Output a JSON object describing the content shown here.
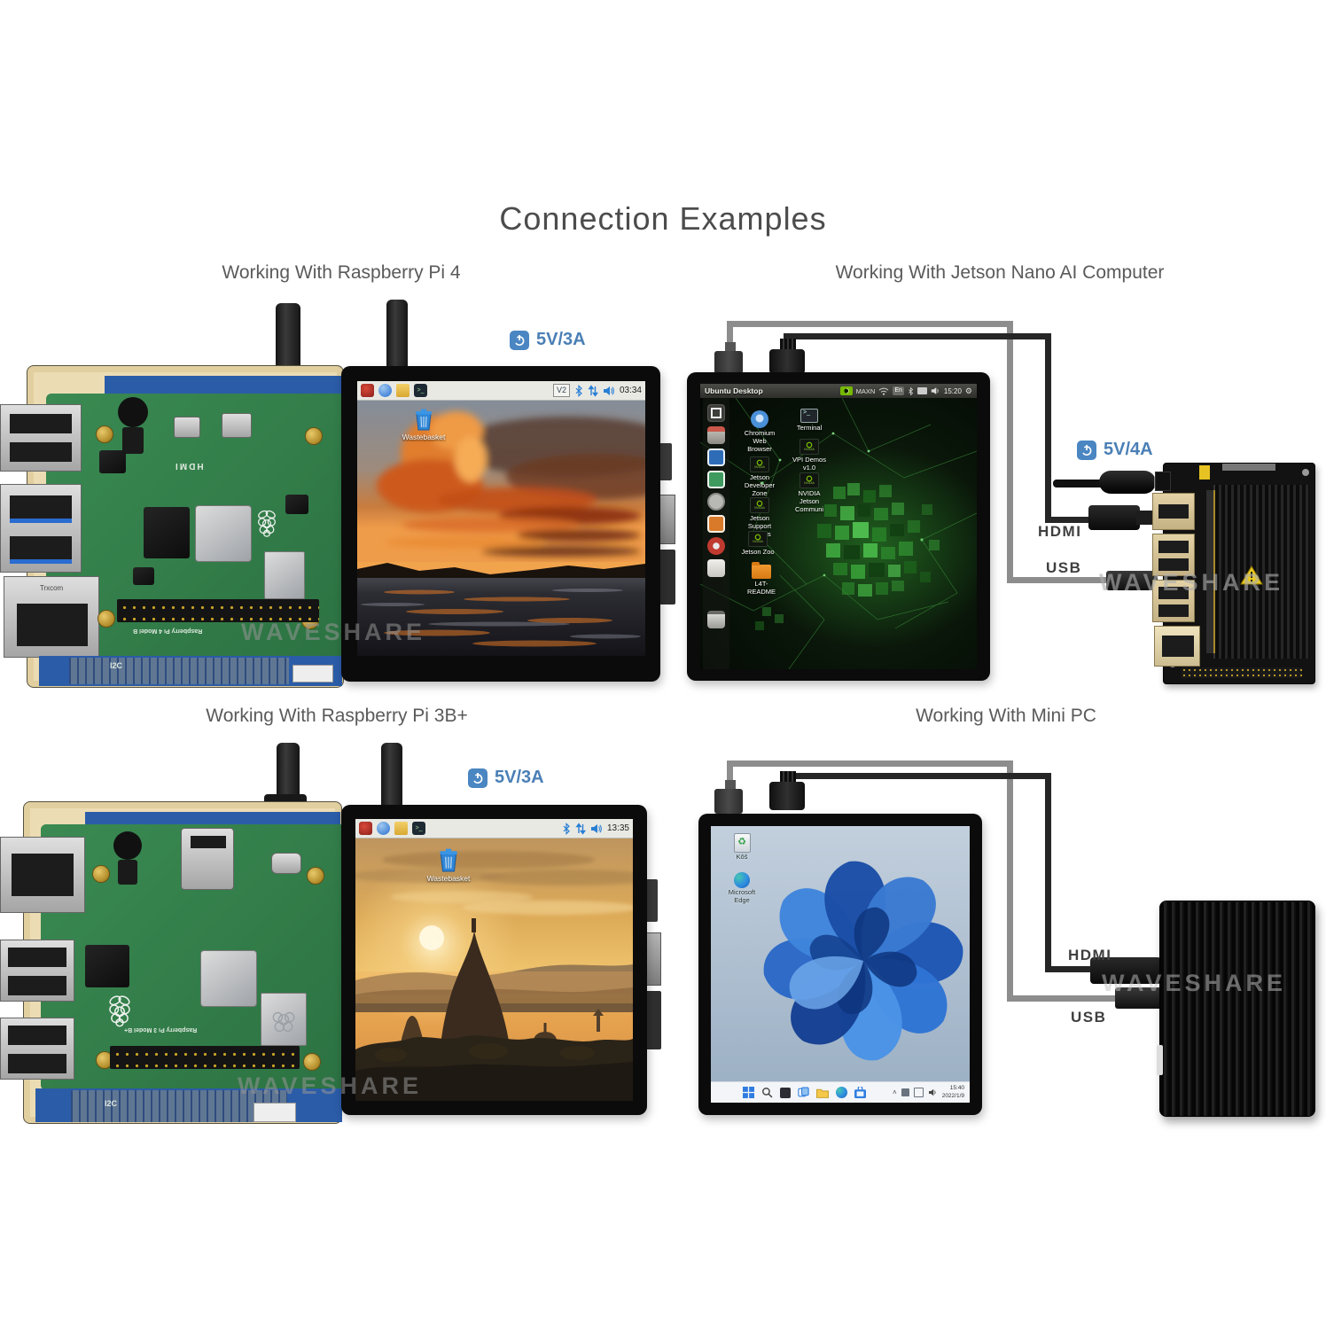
{
  "title": "Connection Examples",
  "watermark": "WAVESHARE",
  "sections": {
    "pi4": {
      "caption": "Working With Raspberry Pi 4",
      "power_label": "5V/3A"
    },
    "jetson": {
      "caption": "Working With Jetson Nano AI Computer",
      "power_label": "5V/4A",
      "hdmi_label": "HDMI",
      "usb_label": "USB"
    },
    "pi3b": {
      "caption": "Working With Raspberry Pi 3B+",
      "power_label": "5V/3A"
    },
    "minipc": {
      "caption": "Working With Mini PC",
      "hdmi_label": "HDMI",
      "usb_label": "USB"
    }
  },
  "pi4_screen": {
    "version_badge": "V2",
    "time": "03:34",
    "wastebasket_label": "Wastebasket"
  },
  "pi3b_screen": {
    "time": "13:35",
    "wastebasket_label": "Wastebasket"
  },
  "jetson_screen": {
    "titlebar": "Ubuntu Desktop",
    "mode": "MAXN",
    "lang": "En",
    "time": "15:20",
    "nvidia_word": "NVIDIA",
    "icons": [
      {
        "label": "Chromium\nWeb\nBrowser"
      },
      {
        "label": "Terminal"
      },
      {
        "label": "VPI Demos\nv1.0"
      },
      {
        "label": "Jetson\nDeveloper\nZone"
      },
      {
        "label": "NVIDIA\nJetson\nCommuni"
      },
      {
        "label": "Jetson\nSupport\nForums"
      },
      {
        "label": "Jetson Zoo"
      },
      {
        "label": "L4T-\nREADME"
      }
    ]
  },
  "minipc_screen": {
    "recycle_label": "Kôš",
    "edge_label": "Microsoft\nEdge",
    "time": "15:40",
    "date": "2022/1/9"
  },
  "board_text": {
    "i2c": "I2C",
    "ethernet_brand": "Trxcom",
    "hdmi_silk": "HDMI",
    "pi4_model": "Raspberry Pi 4 Model B",
    "pi3_model": "Raspberry Pi 3 Model B+"
  },
  "colors": {
    "accent_blue": "#4A86C2",
    "power_text": "#4a7fb5",
    "caption_gray": "#595959",
    "nvidia_green": "#76B900"
  }
}
